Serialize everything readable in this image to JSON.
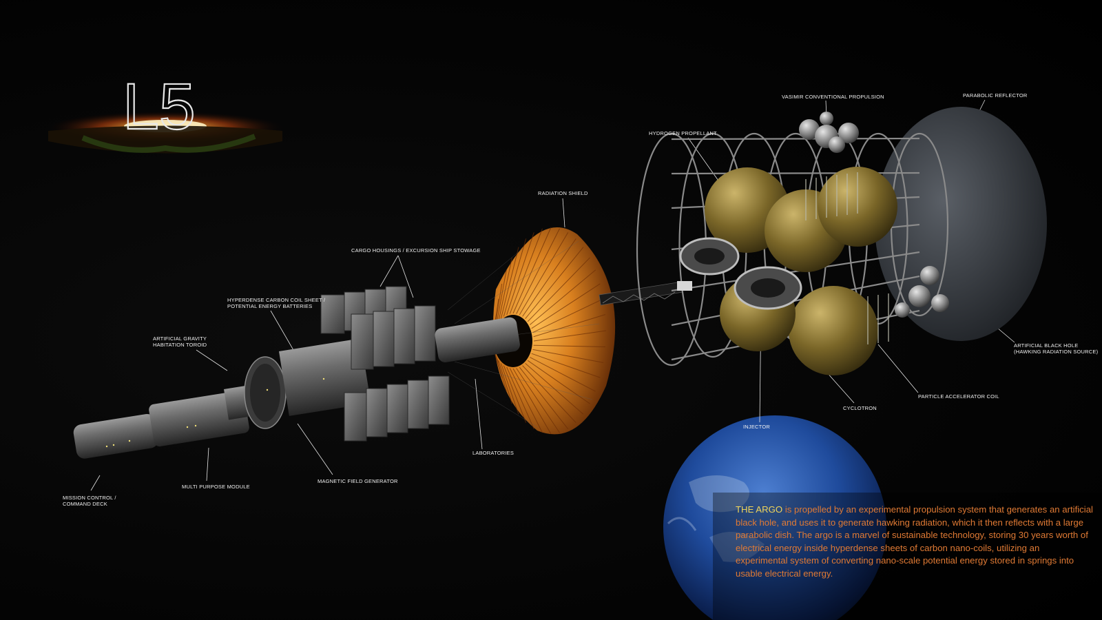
{
  "logo": {
    "text": "L5"
  },
  "labels": {
    "mission_control": [
      "MISSION CONTROL /",
      "COMMAND DECK"
    ],
    "multi_purpose": [
      "MULTI PURPOSE MODULE"
    ],
    "artificial_gravity": [
      "ARTIFICIAL GRAVITY",
      "HABITATION TOROID"
    ],
    "hyperdense": [
      "HYPERDENSE CARBON COIL SHEET /",
      "POTENTIAL ENERGY BATTERIES"
    ],
    "cargo": [
      "CARGO HOUSINGS / EXCURSION SHIP STOWAGE"
    ],
    "magnetic_field": [
      "MAGNETIC FIELD GENERATOR"
    ],
    "laboratories": [
      "LABORATORIES"
    ],
    "radiation_shield": [
      "RADIATION SHIELD"
    ],
    "hydrogen": [
      "HYDROGEN PROPELLANT"
    ],
    "vasimir": [
      "VASIMIR CONVENTIONAL PROPULSION"
    ],
    "parabolic": [
      "PARABOLIC REFLECTOR"
    ],
    "black_hole": [
      "ARTIFICIAL BLACK HOLE",
      "(HAWKING RADIATION SOURCE)"
    ],
    "particle_coil": [
      "PARTICLE ACCELERATOR COIL"
    ],
    "cyclotron": [
      "CYCLOTRON"
    ],
    "injector": [
      "INJECTOR"
    ]
  },
  "description": {
    "lead": "THE ARGO",
    "body": " is propelled by an experimental propulsion system that generates an artificial black hole, and uses it to generate hawking radiation, which it then reflects with a large parabolic dish.  The argo is a marvel of sustainable technology, storing 30 years worth of electrical energy inside hyperdense sheets of carbon nano-coils, utilizing an experimental system of converting nano-scale potential energy stored in springs into usable electrical energy."
  },
  "colors": {
    "background": "#030303",
    "label_text": "#f2f2f2",
    "description_text": "#e07a34",
    "description_lead": "#f1d55a",
    "shield": "#d9801f",
    "hull": "#6e6e6e"
  }
}
